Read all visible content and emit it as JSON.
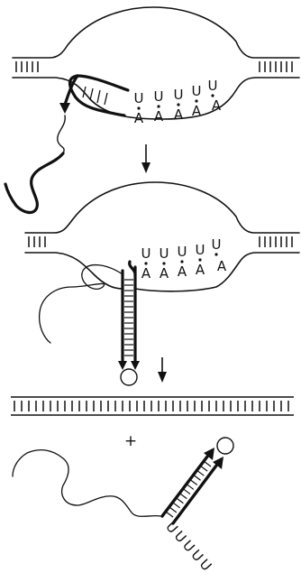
{
  "diagram": {
    "step1": {
      "top_bases": [
        "U",
        "U",
        "U",
        "U",
        "U"
      ],
      "bottom_bases": [
        "A",
        "A",
        "A",
        "A",
        "A"
      ]
    },
    "step2": {
      "top_bases": [
        "U",
        "U",
        "U",
        "U",
        "U"
      ],
      "bottom_bases": [
        "A",
        "A",
        "A",
        "A",
        "A"
      ]
    },
    "step3": {
      "plus_sign": "+",
      "tail_bases": [
        "U",
        "U",
        "U",
        "U",
        "U"
      ]
    }
  }
}
